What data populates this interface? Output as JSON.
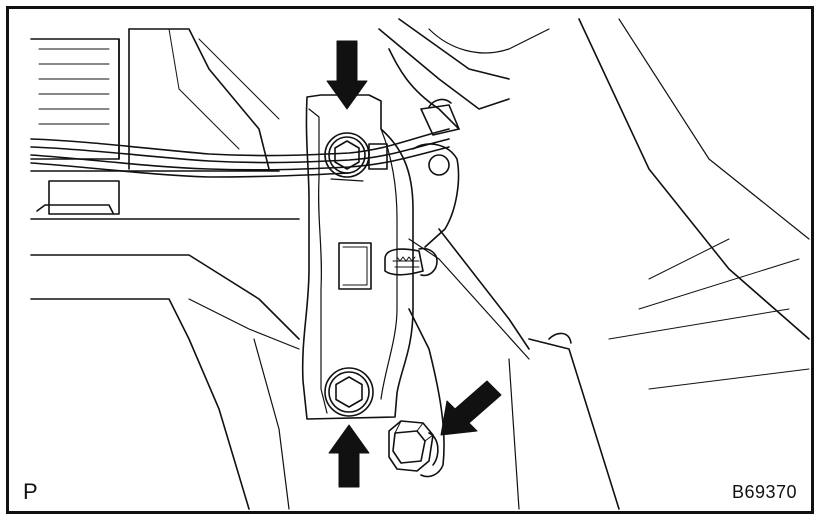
{
  "illustration": {
    "corner_label": "P",
    "figure_code": "B69370",
    "line_color": "#111111",
    "background_color": "#ffffff",
    "parts": [
      "bracket",
      "upper-bolt",
      "lower-bolt",
      "nut",
      "wire-harness",
      "clamp"
    ],
    "callout_arrows": [
      "arrow-upper-bolt",
      "arrow-lower-bolt",
      "arrow-nut"
    ]
  }
}
